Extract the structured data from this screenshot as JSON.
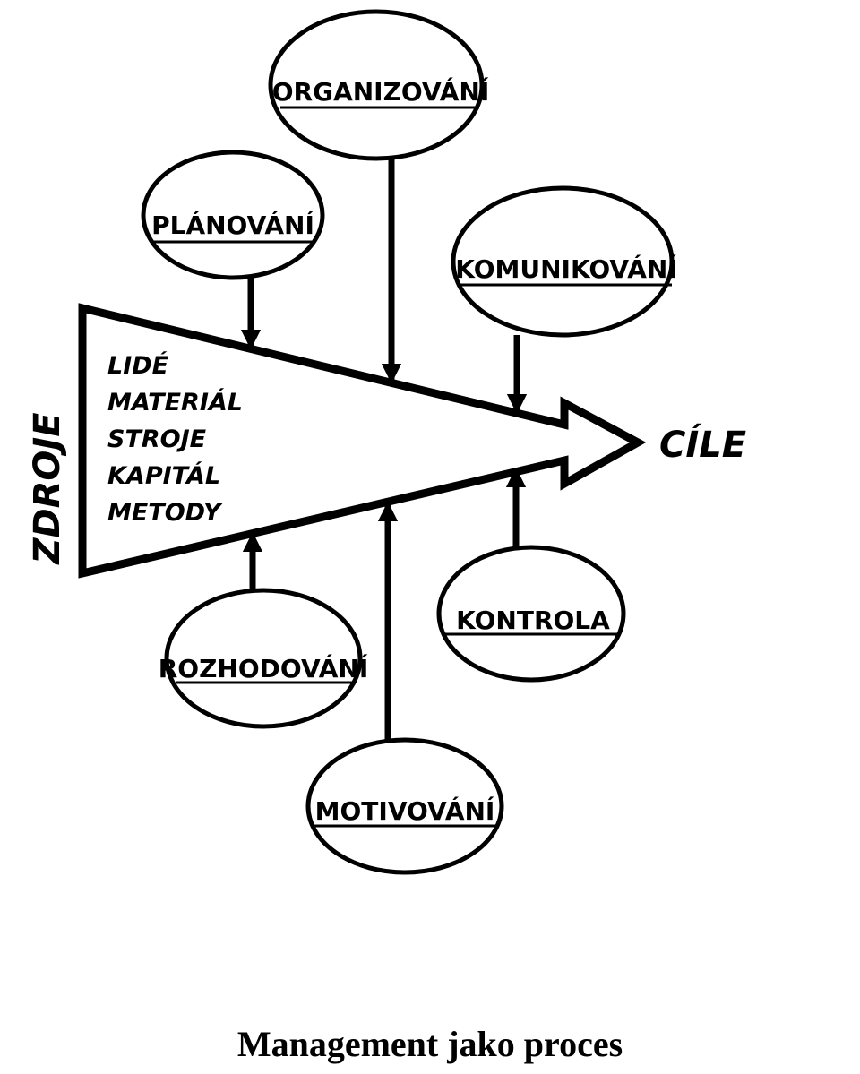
{
  "diagram": {
    "functions": {
      "top": [
        {
          "id": "planovani",
          "label": "PLÁNOVÁNÍ"
        },
        {
          "id": "organizovani",
          "label": "ORGANIZOVÁNÍ"
        },
        {
          "id": "komunikovani",
          "label": "KOMUNIKOVÁNÍ"
        }
      ],
      "bottom": [
        {
          "id": "rozhodovani",
          "label": "ROZHODOVÁNÍ"
        },
        {
          "id": "motivovani",
          "label": "MOTIVOVÁNÍ"
        },
        {
          "id": "kontrola",
          "label": "KONTROLA"
        }
      ]
    },
    "resources": {
      "label": "ZDROJE",
      "items": [
        "LIDÉ",
        "MATERIÁL",
        "STROJE",
        "KAPITÁL",
        "METODY"
      ]
    },
    "goal": "CÍLE"
  },
  "caption": "Management jako proces",
  "colors": {
    "ink": "#000000",
    "paper": "#ffffff"
  }
}
